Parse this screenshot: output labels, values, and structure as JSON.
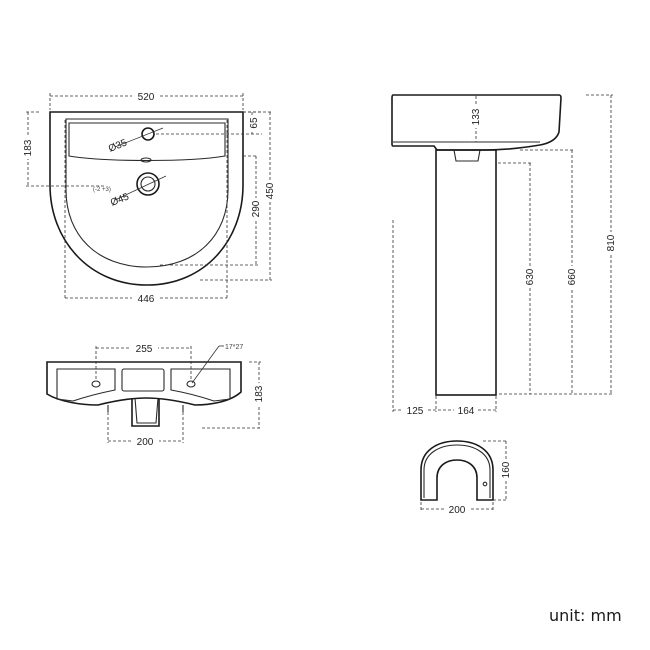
{
  "drawing": {
    "unit_label": "unit: mm",
    "top_view": {
      "width_overall": "520",
      "width_inner": "446",
      "depth_overall": "450",
      "depth_to_bowl": "290",
      "tap_hole_offset": "65",
      "tap_hole_diameter": "Ø35",
      "waste_diameter": "Ø45",
      "waste_offset": "183",
      "note_small": "(-2 +3)"
    },
    "front_view": {
      "fixing_hole_spacing": "255",
      "fixing_hole_size": "17*27",
      "height": "183",
      "pedestal_top_width": "200"
    },
    "side_view": {
      "basin_thickness": "133",
      "pedestal_height": "630",
      "basin_underside_height": "660",
      "overall_height": "810",
      "wall_offset": "125",
      "pedestal_depth": "164"
    },
    "pedestal_plan": {
      "width": "200",
      "depth": "160"
    },
    "colors": {
      "line": "#1a1a1a",
      "background": "#ffffff"
    }
  }
}
